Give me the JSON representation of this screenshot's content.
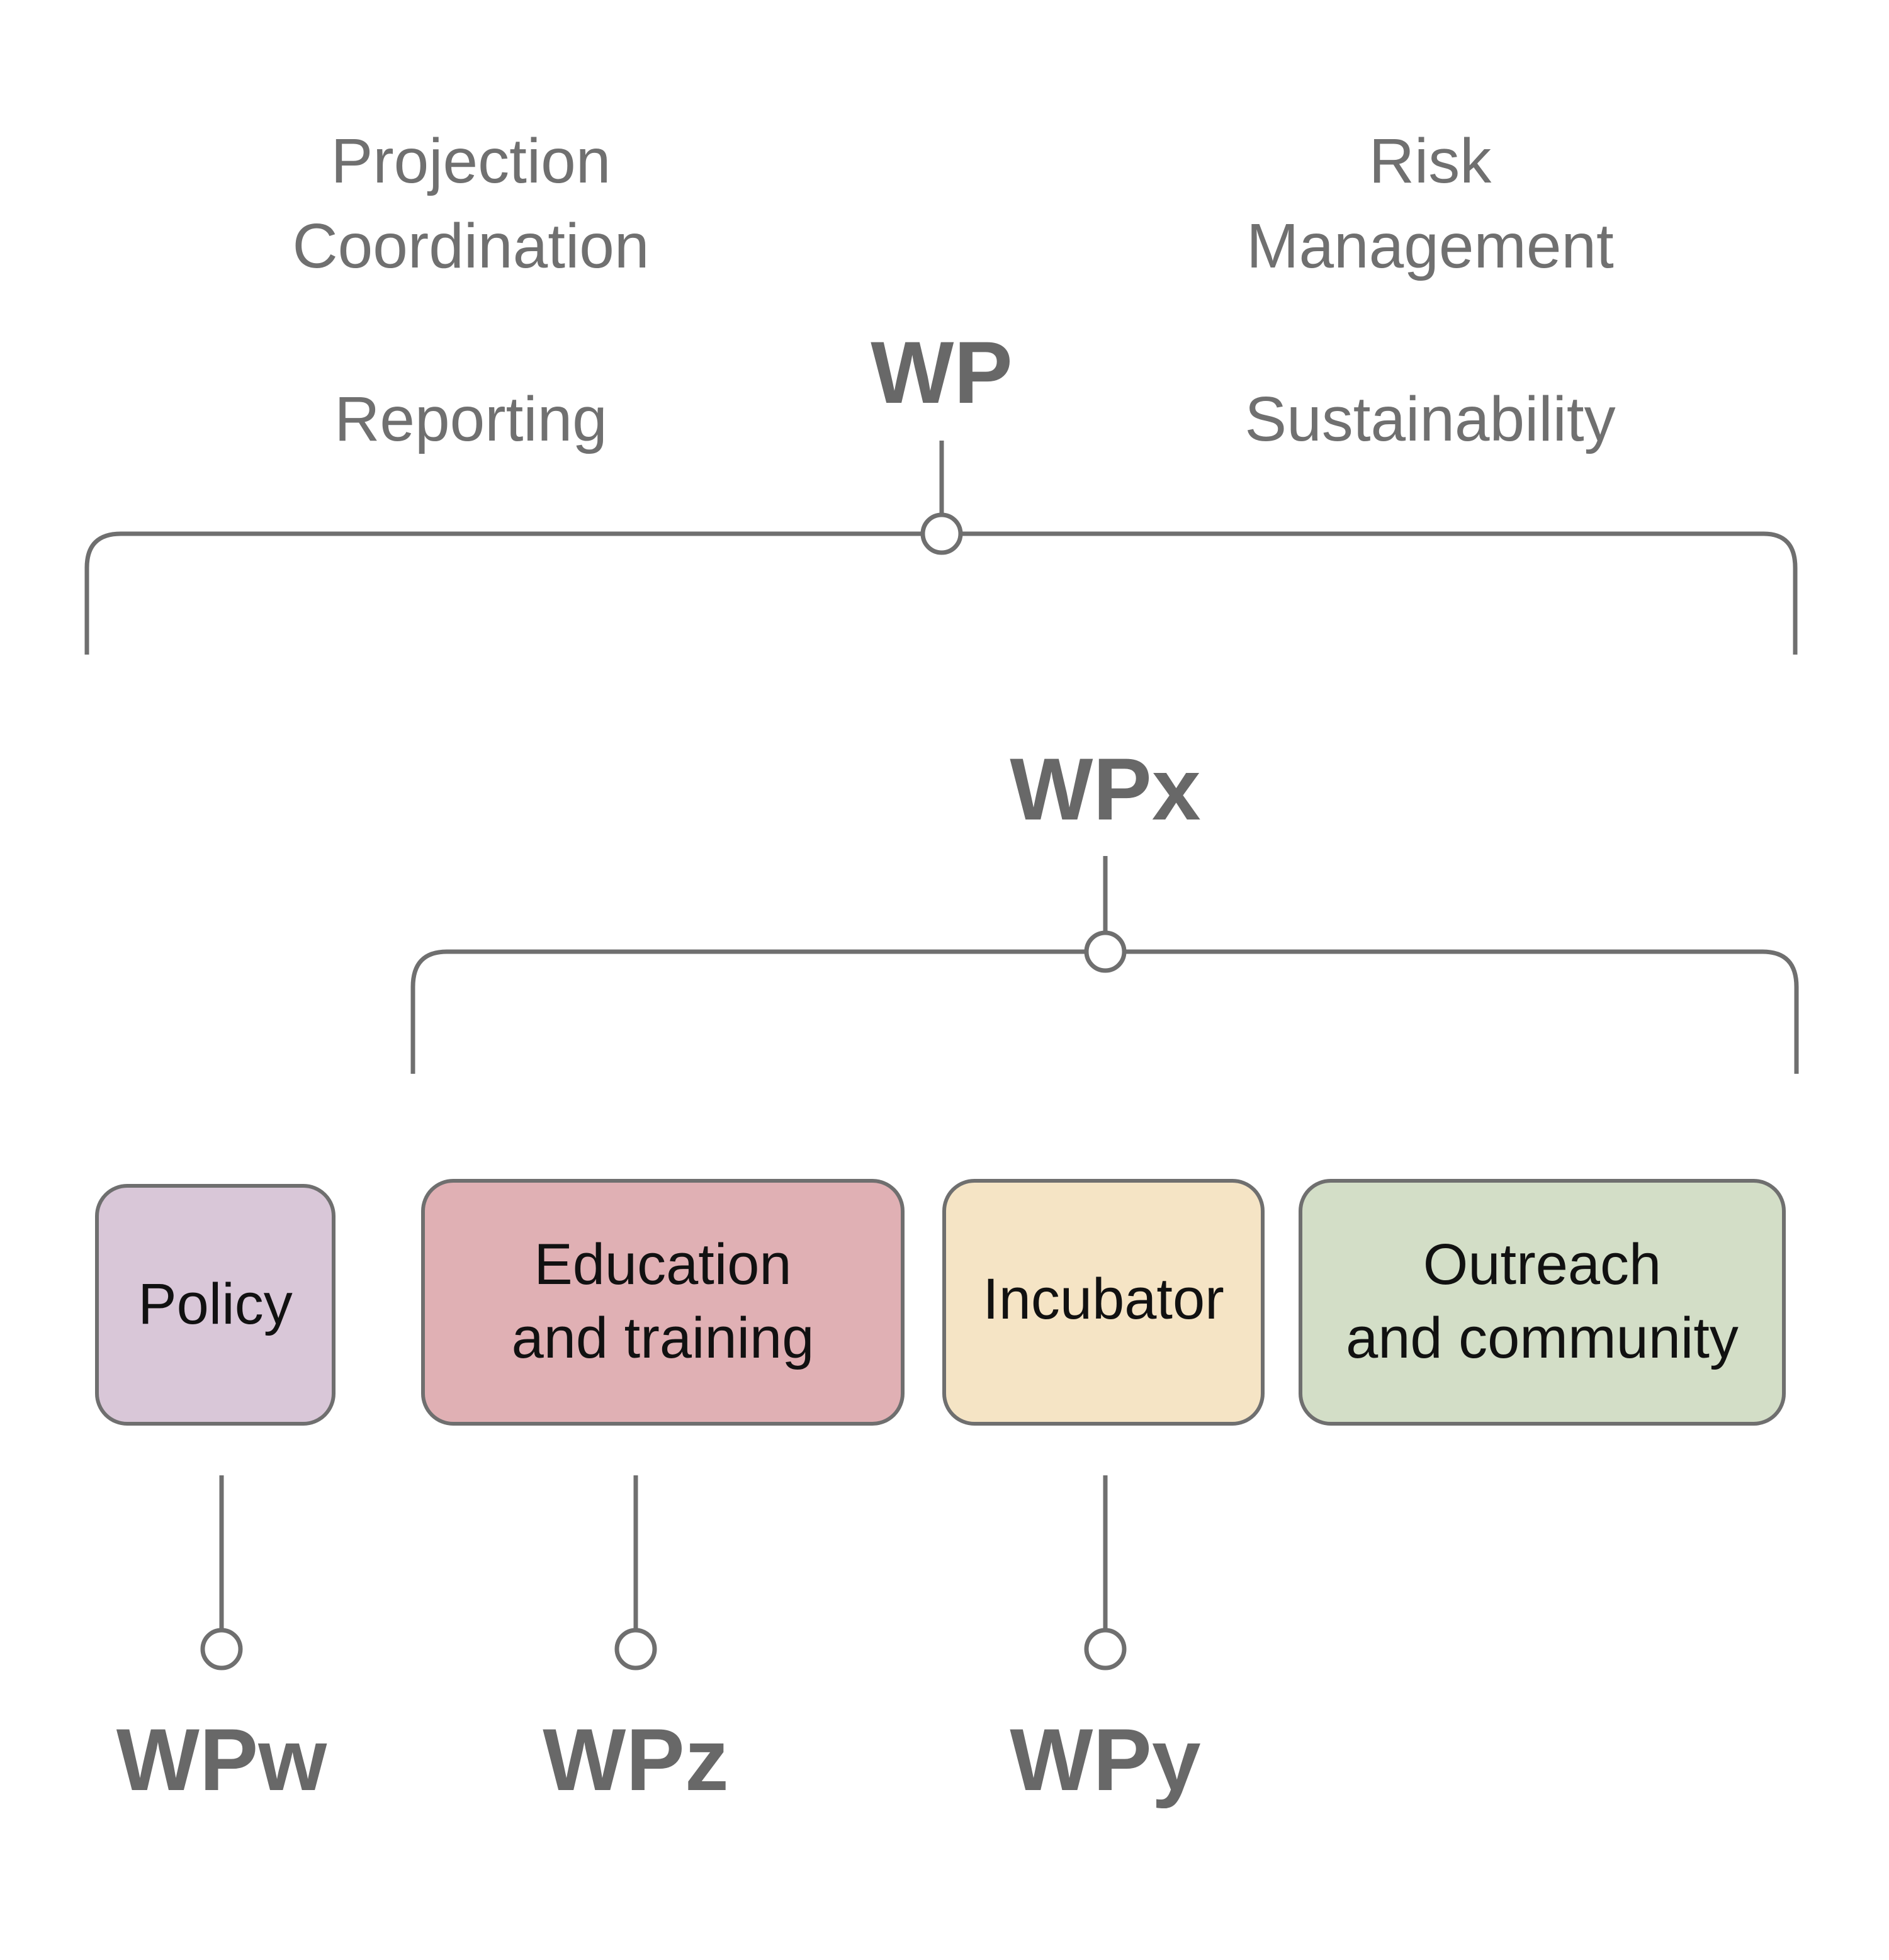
{
  "wp": {
    "code": "WP",
    "tasks": [
      "Projection",
      "Coordination",
      "Risk",
      "Management",
      "Reporting",
      "Sustainability"
    ]
  },
  "wpx": {
    "code": "WPx"
  },
  "boxes": [
    {
      "id": "policy",
      "lines": [
        "Policy"
      ],
      "color": "#d9c7d8"
    },
    {
      "id": "education",
      "lines": [
        "Education",
        "and training"
      ],
      "color": "#e0b0b4"
    },
    {
      "id": "incubator",
      "lines": [
        "Incubator"
      ],
      "color": "#f5e4c5"
    },
    {
      "id": "outreach",
      "lines": [
        "Outreach",
        "and community"
      ],
      "color": "#d3dec7"
    }
  ],
  "leaves": [
    {
      "code": "WPw"
    },
    {
      "code": "WPz"
    },
    {
      "code": "WPy"
    }
  ],
  "colors": {
    "line": "#6f6f6f",
    "label": "#707070",
    "wp_label": "#686868"
  }
}
